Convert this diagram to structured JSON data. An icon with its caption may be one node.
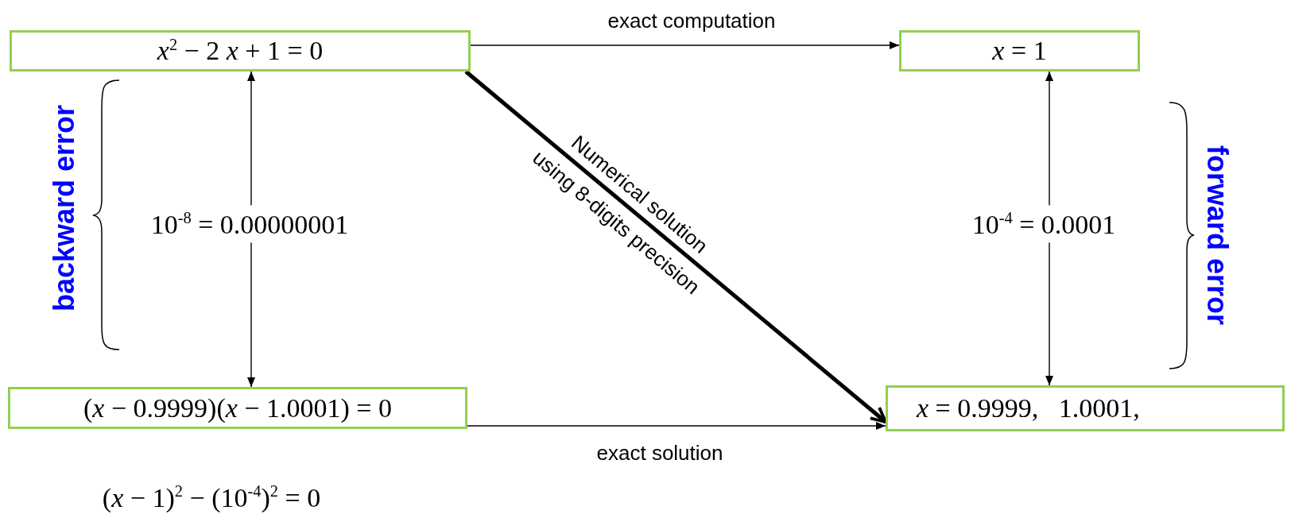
{
  "diagram": {
    "nodes": [
      {
        "text": [
          "*x*$^{2}$ − 2 *x* + 1 = 0"
        ]
      },
      {
        "text": [
          "*x* = 1"
        ]
      },
      {
        "text": [
          "(*x* − 0.9999)(*x* − 1.0001) = 0"
        ]
      },
      {
        "text": [
          "*x* = 0.9999,   1.0001,"
        ]
      }
    ],
    "edges": [
      {
        "from": 0,
        "to": 1,
        "arrow": "to",
        "label": "exact computation"
      },
      {
        "from": 0,
        "to": 3,
        "arrow": "to",
        "style": "thick",
        "label": "Numerical solution using 8-digits precision"
      },
      {
        "from": 2,
        "to": 3,
        "arrow": "to",
        "label": "exact solution"
      },
      {
        "from": 0,
        "to": 2,
        "arrow": "both",
        "label": "10$^{-8}$ = 0.00000001"
      },
      {
        "from": 1,
        "to": 3,
        "arrow": "both",
        "label": "10$^{-4}$ = 0.0001"
      }
    ],
    "labels": [
      "backward error",
      "forward error",
      "(*x* − 1)$^{2}$ − (10$^{-4}$)$^{2}$ = 0"
    ]
  }
}
